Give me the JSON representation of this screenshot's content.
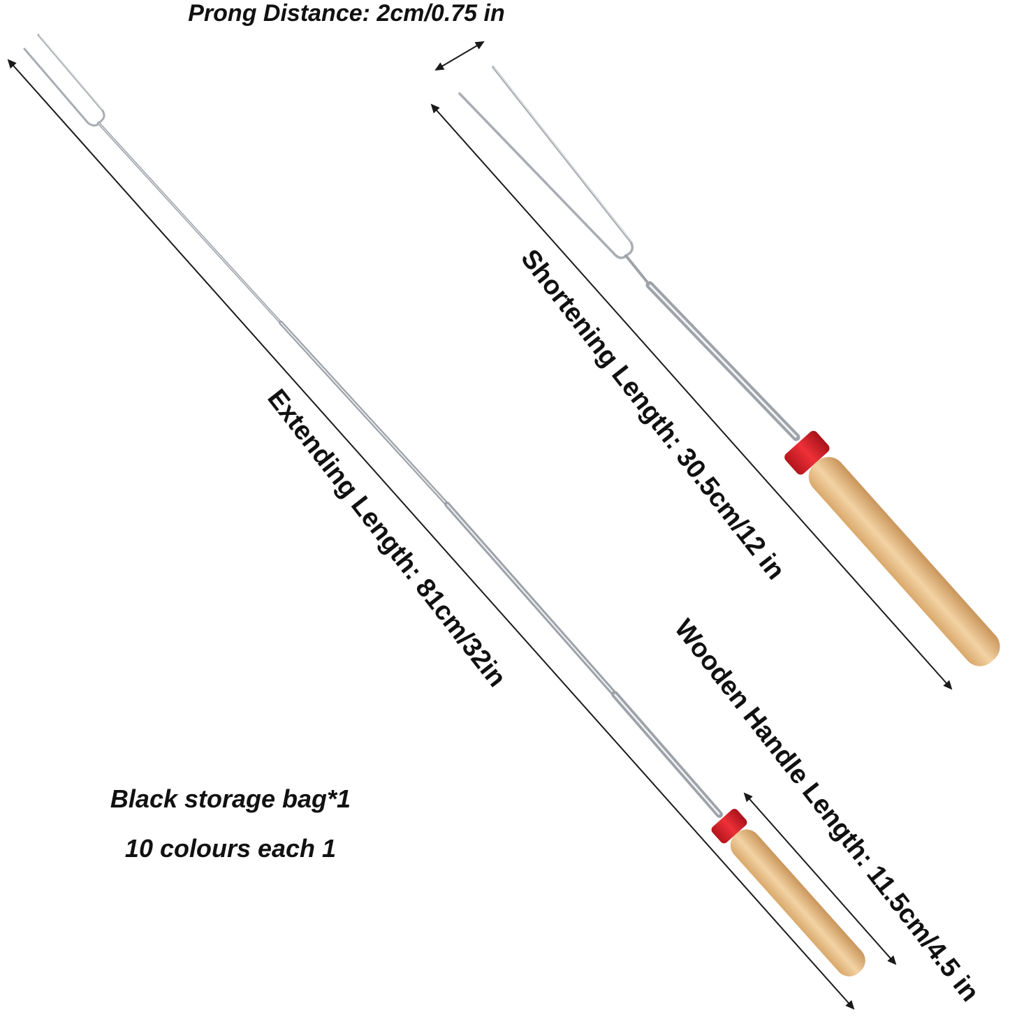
{
  "labels": {
    "prong_distance": "Prong Distance: 2cm/0.75 in",
    "shortening_length": "Shortening Length: 30.5cm/12 in",
    "extending_length": "Extending Length: 81cm/32in",
    "wooden_handle_length": "Wooden Handle Length: 11.5cm/4.5 in",
    "storage_bag": "Black storage bag*1",
    "colours": "10 colours each 1"
  },
  "colors": {
    "background": "#ffffff",
    "text": "#111111",
    "metal": "#c9ccd1",
    "metal_highlight": "#f1f2f4",
    "metal_shadow": "#8e9399",
    "red_cap": "#d9222a",
    "wood": "#ebc48f",
    "wood_shadow": "#c89a5e",
    "dimension_line": "#1a1a1a"
  }
}
